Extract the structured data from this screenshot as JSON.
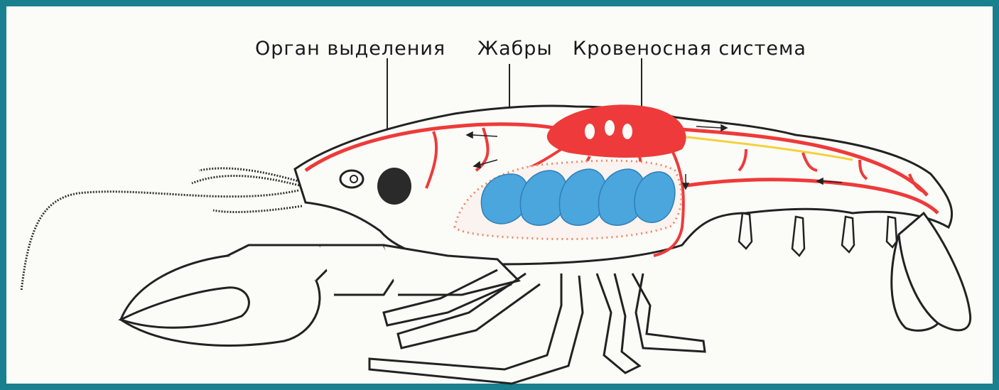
{
  "labels": {
    "excretory_organ": "Орган выделения",
    "gills": "Жабры",
    "circulatory_system": "Кровеносная система"
  },
  "colors": {
    "frame": "#1a7f8e",
    "outline": "#222222",
    "blood": "#ee3a3a",
    "gills": "#4aa6dc",
    "yellow_edge": "#f3d23a",
    "organ": "#2a2a2a"
  }
}
